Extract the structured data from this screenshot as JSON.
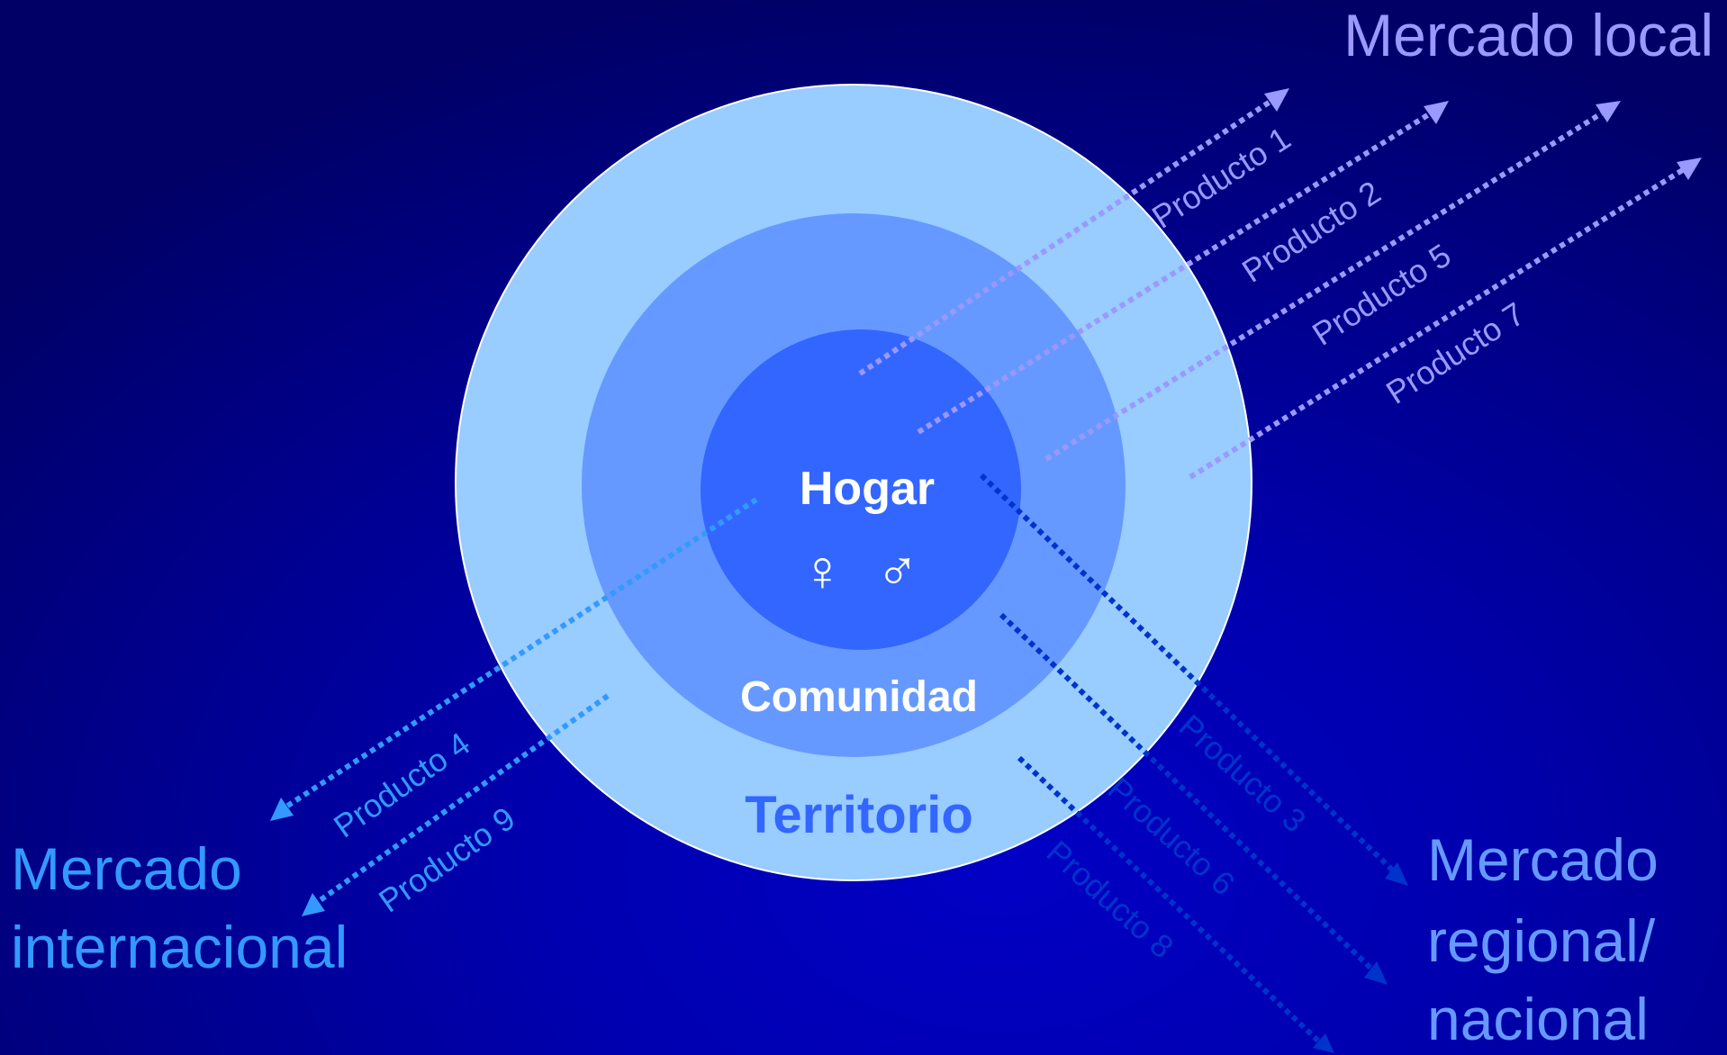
{
  "diagram": {
    "rings": {
      "outer": {
        "label": "Territorio",
        "fill": "#99ccff",
        "text_color": "#3366ff"
      },
      "middle": {
        "label": "Comunidad",
        "fill": "#6699ff",
        "text_color": "#ffffff"
      },
      "inner": {
        "label": "Hogar",
        "fill": "#3366ff",
        "text_color": "#ffffff"
      }
    },
    "gender_symbols": "♀  ♂",
    "markets": {
      "local": {
        "label": "Mercado local",
        "color": "#9999ff"
      },
      "internacional": {
        "line1": "Mercado",
        "line2": "internacional",
        "color": "#3399ff"
      },
      "regional": {
        "line1": "Mercado",
        "line2": "regional/",
        "line3": "nacional",
        "color": "#6699ff"
      }
    },
    "products": {
      "p1": "Producto 1",
      "p2": "Producto 2",
      "p3": "Producto 3",
      "p4": "Producto 4",
      "p5": "Producto 5",
      "p6": "Producto 6",
      "p7": "Producto 7",
      "p8": "Producto 8",
      "p9": "Producto 9"
    },
    "colors": {
      "local_arrow": "#9999ff",
      "internacional_arrow": "#3399ff",
      "regional_arrow": "#0033cc"
    }
  }
}
